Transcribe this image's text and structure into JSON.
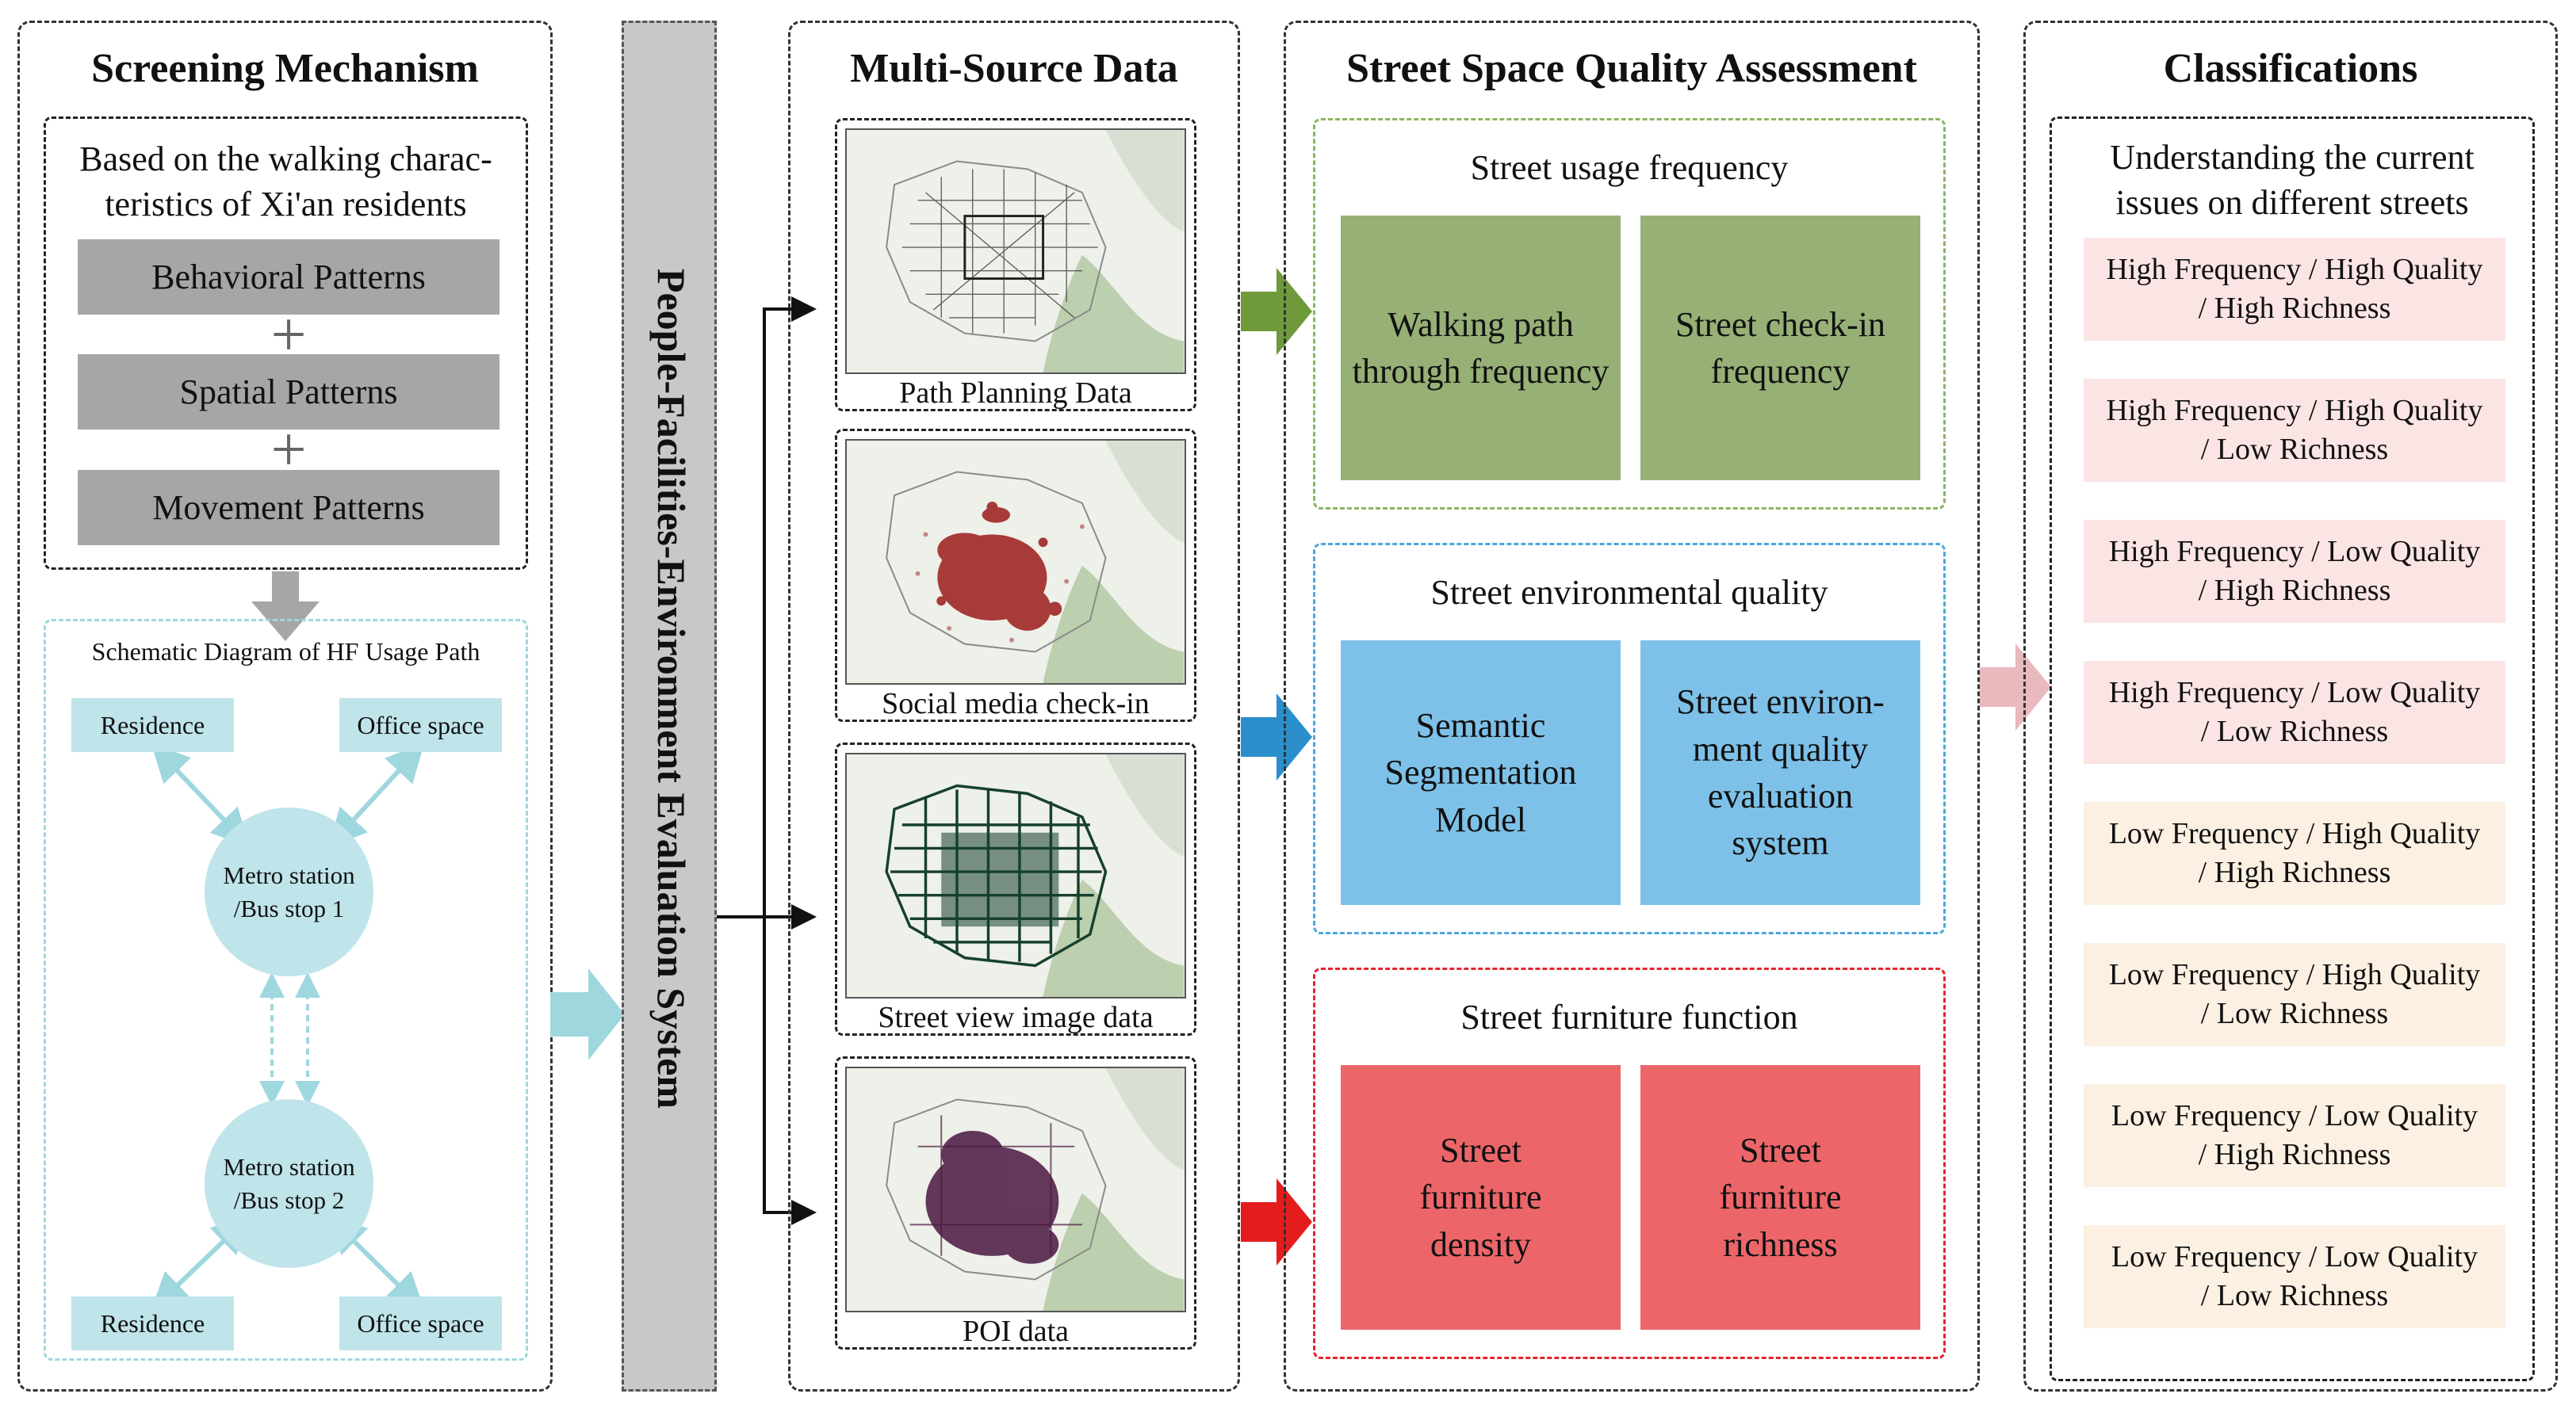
{
  "screening": {
    "title": "Screening Mechanism",
    "description": "Based on the walking charac- teristics of Xi'an residents",
    "description_line1": "Based on the walking charac-",
    "description_line2": "teristics of Xi'an residents",
    "patterns": [
      "Behavioral Patterns",
      "Spatial Patterns",
      "Movement Patterns"
    ],
    "plus": "+",
    "schematic": {
      "title": "Schematic Diagram of HF Usage Path",
      "residence": "Residence",
      "office": "Office space",
      "stop1": "Metro station /Bus stop 1",
      "stop1_line1": "Metro station",
      "stop1_line2": "/Bus stop 1",
      "stop2": "Metro station /Bus stop 2",
      "stop2_line1": "Metro station",
      "stop2_line2": "/Bus stop 2"
    }
  },
  "system": {
    "label": "People-Facilities-Environment Evaluation System"
  },
  "multisource": {
    "title": "Multi-Source Data",
    "sources": [
      "Path Planning Data",
      "Social media check-in",
      "Street view image data",
      "POI data"
    ]
  },
  "assessment": {
    "title": "Street Space Quality Assessment",
    "groups": [
      {
        "heading": "Street usage frequency",
        "boxes": [
          "Walking path through frequency",
          "Street check-in frequency"
        ]
      },
      {
        "heading": "Street environmental quality",
        "boxes": [
          "Semantic Segmentation Model",
          "Street environ- ment quality evaluation system"
        ]
      },
      {
        "heading": "Street furniture function",
        "boxes": [
          "Street furniture density",
          "Street furniture richness"
        ]
      }
    ],
    "box_lines": {
      "walk1": "Walking path",
      "walk2": "through frequency",
      "check1": "Street check-in",
      "check2": "frequency",
      "seg1": "Semantic",
      "seg2": "Segmentation",
      "seg3": "Model",
      "env1": "Street environ-",
      "env2": "ment quality",
      "env3": "evaluation",
      "env4": "system",
      "den1": "Street",
      "den2": "furniture",
      "den3": "density",
      "rich1": "Street",
      "rich2": "furniture",
      "rich3": "richness"
    },
    "colors": {
      "green": "#97b076",
      "blue": "#7ec1e8",
      "red": "#ec6669"
    }
  },
  "classifications": {
    "title": "Classifications",
    "intro": "Understanding the current issues on different streets",
    "intro_line1": "Understanding the current",
    "intro_line2": "issues on different streets",
    "items": [
      {
        "line1": "High Frequency / High Quality",
        "line2": "/ High Richness"
      },
      {
        "line1": "High Frequency / High Quality",
        "line2": "/ Low Richness"
      },
      {
        "line1": "High Frequency / Low Quality",
        "line2": "/ High Richness"
      },
      {
        "line1": "High Frequency / Low Quality",
        "line2": "/ Low Richness"
      },
      {
        "line1": "Low Frequency / High Quality",
        "line2": "/ High Richness"
      },
      {
        "line1": "Low Frequency / High Quality",
        "line2": "/ Low Richness"
      },
      {
        "line1": "Low Frequency / Low Quality",
        "line2": "/ High Richness"
      },
      {
        "line1": "Low Frequency / Low Quality",
        "line2": "/ Low Richness"
      }
    ],
    "colors": {
      "high": "#fbe4e4",
      "low": "#fcf0e2"
    }
  }
}
